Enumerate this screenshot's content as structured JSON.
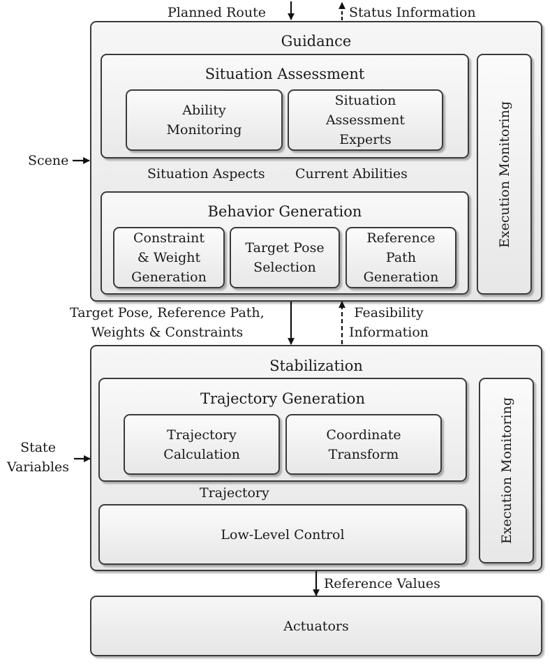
{
  "top": {
    "planned_route": "Planned Route",
    "status_information": "Status Information"
  },
  "guidance": {
    "title": "Guidance",
    "execution_monitoring": "Execution Monitoring",
    "situation_assessment": {
      "title": "Situation Assessment",
      "ability_monitoring": "Ability\nMonitoring",
      "experts": "Situation\nAssessment\nExperts"
    },
    "situation_aspects": "Situation Aspects",
    "current_abilities": "Current Abilities",
    "behavior_generation": {
      "title": "Behavior Generation",
      "constraint": "Constraint\n& Weight\nGeneration",
      "target_pose": "Target Pose\nSelection",
      "reference_path": "Reference\nPath\nGeneration"
    }
  },
  "scene": "Scene",
  "between": {
    "target_pose_etc": "Target Pose, Reference Path,\nWeights & Constraints",
    "feasibility": "Feasibility\nInformation"
  },
  "stabilization": {
    "title": "Stabilization",
    "execution_monitoring": "Execution Monitoring",
    "trajectory_generation": {
      "title": "Trajectory Generation",
      "calculation": "Trajectory\nCalculation",
      "transform": "Coordinate\nTransform"
    },
    "trajectory": "Trajectory",
    "low_level_control": "Low-Level Control"
  },
  "state_variables": "State\nVariables",
  "reference_values": "Reference Values",
  "actuators": "Actuators"
}
